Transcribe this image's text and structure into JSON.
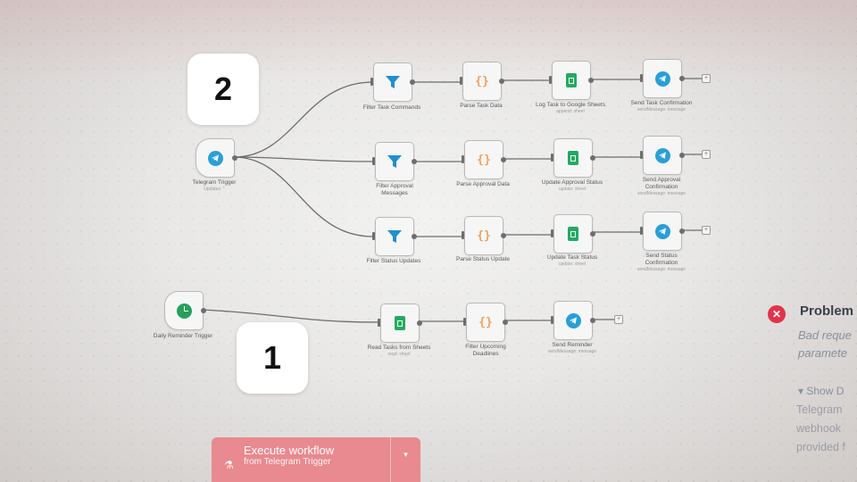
{
  "workflow": {
    "trigger_nodes": [
      {
        "id": "telegram-trigger",
        "label": "Telegram Trigger",
        "sublabel": "Updates: *",
        "icon": "telegram-icon"
      },
      {
        "id": "daily-reminder-trigger",
        "label": "Daily Reminder Trigger",
        "sublabel": "",
        "icon": "clock-icon"
      }
    ],
    "branches": [
      {
        "nodes": [
          {
            "label": "Filter Task Commands",
            "sublabel": "",
            "icon": "filter-icon"
          },
          {
            "label": "Parse Task Data",
            "sublabel": "",
            "icon": "code-braces-icon"
          },
          {
            "label": "Log Task to Google Sheets",
            "sublabel": "append: sheet",
            "icon": "google-sheets-icon"
          },
          {
            "label": "Send Task Confirmation",
            "sublabel": "sendMessage: message",
            "icon": "telegram-icon"
          }
        ]
      },
      {
        "nodes": [
          {
            "label": "Filter Approval Messages",
            "sublabel": "",
            "icon": "filter-icon"
          },
          {
            "label": "Parse Approval Data",
            "sublabel": "",
            "icon": "code-braces-icon"
          },
          {
            "label": "Update Approval Status",
            "sublabel": "update: sheet",
            "icon": "google-sheets-icon"
          },
          {
            "label": "Send Approval Confirmation",
            "sublabel": "sendMessage: message",
            "icon": "telegram-icon"
          }
        ]
      },
      {
        "nodes": [
          {
            "label": "Filter Status Updates",
            "sublabel": "",
            "icon": "filter-icon"
          },
          {
            "label": "Parse Status Update",
            "sublabel": "",
            "icon": "code-braces-icon"
          },
          {
            "label": "Update Task Status",
            "sublabel": "update: sheet",
            "icon": "google-sheets-icon"
          },
          {
            "label": "Send Status Confirmation",
            "sublabel": "sendMessage: message",
            "icon": "telegram-icon"
          }
        ]
      },
      {
        "nodes": [
          {
            "label": "Read Tasks from Sheets",
            "sublabel": "read: sheet",
            "icon": "google-sheets-icon"
          },
          {
            "label": "Filter Upcoming Deadlines",
            "sublabel": "",
            "icon": "code-braces-icon"
          },
          {
            "label": "Send Reminder",
            "sublabel": "sendMessage: message",
            "icon": "telegram-icon"
          }
        ]
      }
    ]
  },
  "badges": {
    "top": "2",
    "bottom": "1"
  },
  "execute_button": {
    "label": "Execute workflow",
    "sublabel": "from Telegram Trigger"
  },
  "problem_panel": {
    "title": "Problem",
    "message_line1": "Bad reque",
    "message_line2": "paramete",
    "details_toggle": "▾ Show D",
    "detail_line1": "Telegram",
    "detail_line2": "webhook",
    "detail_line3": "provided f"
  },
  "colors": {
    "telegram": "#2a9fd6",
    "filter": "#1f8fcf",
    "code": "#f0a060",
    "sheets": "#26a863",
    "error": "#e0344a",
    "execute_button": "#e88a8f"
  }
}
